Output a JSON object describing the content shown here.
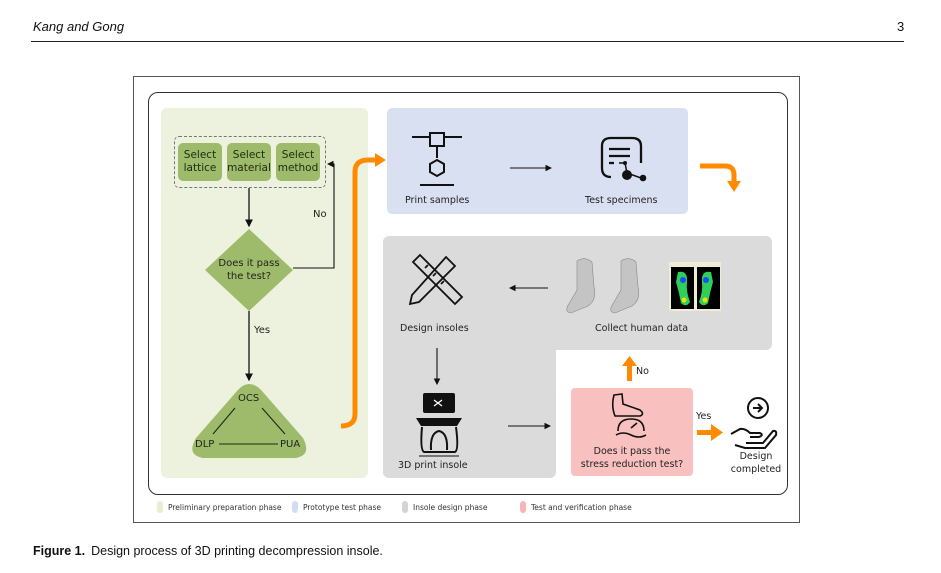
{
  "header": {
    "running_head": "Kang and Gong",
    "page_number": "3"
  },
  "figure": {
    "colors": {
      "preliminary": "#edf2de",
      "prototype": "#d9e0f2",
      "insole_design": "#dbdbdb",
      "verification": "#f9c0c0",
      "accent_orange": "#ff8a00",
      "green_node": "#9dbb6a"
    },
    "preliminary": {
      "select_boxes": [
        {
          "line1": "Select",
          "line2": "lattice"
        },
        {
          "line1": "Select",
          "line2": "material"
        },
        {
          "line1": "Select",
          "line2": "method"
        }
      ],
      "decision": {
        "line1": "Does it pass",
        "line2": "the test?"
      },
      "no_label": "No",
      "yes_label": "Yes",
      "triangle": {
        "top": "OCS",
        "left": "DLP",
        "right": "PUA"
      }
    },
    "prototype": {
      "step1": "Print samples",
      "step2": "Test specimens"
    },
    "insole_design": {
      "collect": "Collect human data",
      "design": "Design insoles",
      "print": "3D print insole"
    },
    "verification": {
      "question_line1": "Does it pass the",
      "question_line2": "stress reduction test?",
      "no_label": "No",
      "yes_label": "Yes",
      "done_line1": "Design",
      "done_line2": "completed"
    },
    "legend": [
      {
        "label": "Preliminary preparation phase",
        "color": "#e6efcf"
      },
      {
        "label": "Prototype test phase",
        "color": "#d2dcf2"
      },
      {
        "label": "Insole design phase",
        "color": "#d4d4d4"
      },
      {
        "label": "Test and verification phase",
        "color": "#f7b5b5"
      }
    ]
  },
  "caption": {
    "label": "Figure 1.",
    "text": "Design process of 3D printing decompression insole."
  }
}
